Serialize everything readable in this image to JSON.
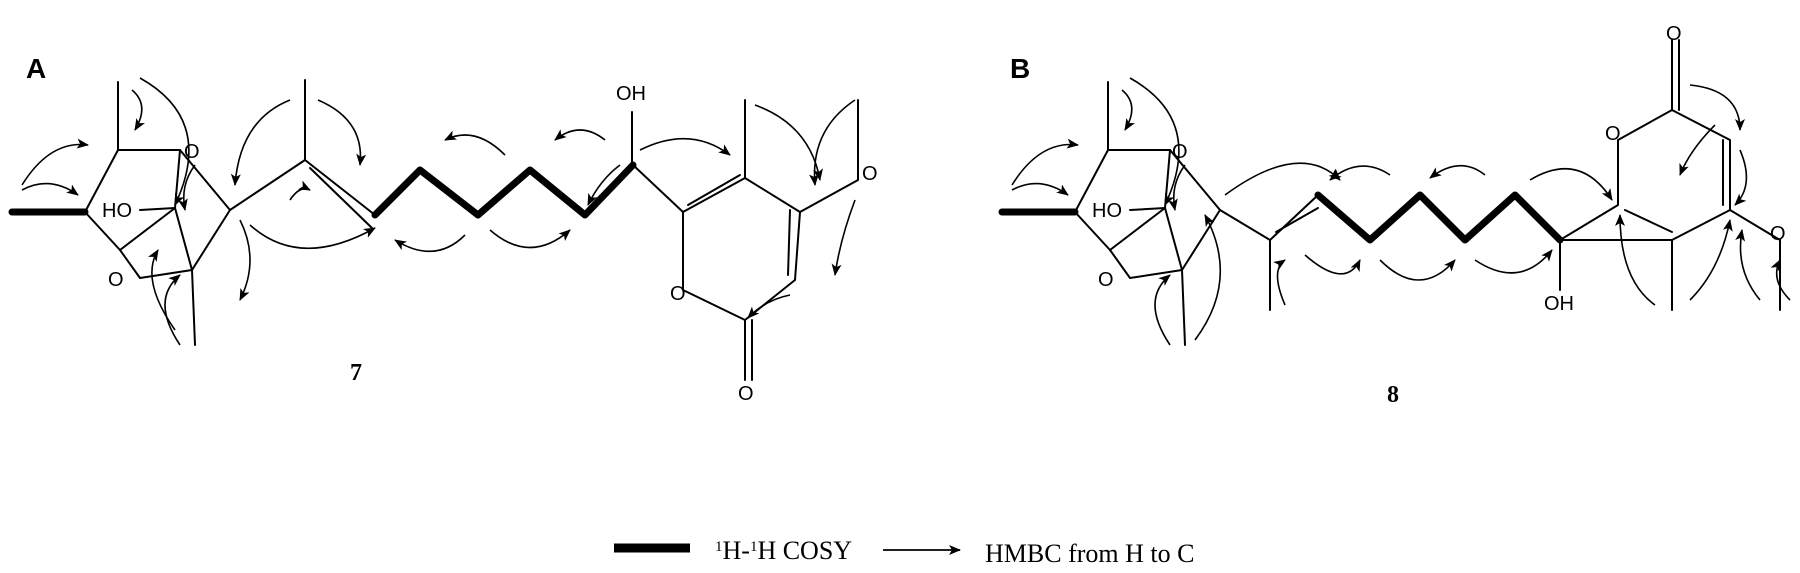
{
  "panels": [
    {
      "label": "A",
      "compound": "7",
      "oh": "OH",
      "ho": "HO",
      "o1": "O",
      "o2": "O",
      "o3": "O",
      "o4": "O",
      "o5": "O"
    },
    {
      "label": "B",
      "compound": "8",
      "oh": "OH",
      "ho": "HO",
      "o1": "O",
      "o2": "O",
      "o3": "O",
      "o4": "O",
      "o5": "O"
    }
  ],
  "legend": {
    "cosy_sup1": "1",
    "cosy_h1": "H-",
    "cosy_sup2": "1",
    "cosy_h2": "H COSY",
    "hmbc_text": "HMBC from H to C"
  }
}
